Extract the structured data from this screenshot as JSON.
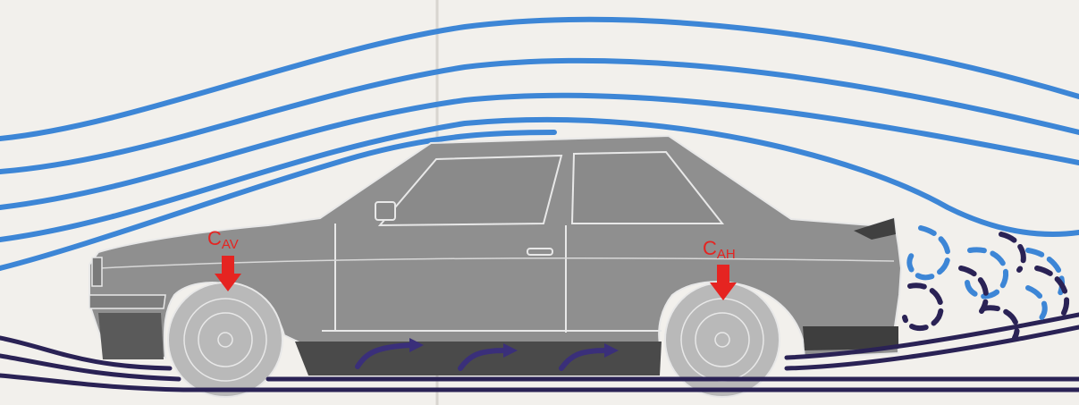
{
  "labels": {
    "front_force": {
      "main": "C",
      "sub": "AV"
    },
    "rear_force": {
      "main": "C",
      "sub": "AH"
    }
  },
  "colors": {
    "background": "#f2f0ec",
    "upper_streamlines": "#3d86d6",
    "under_streamlines": "#2a2255",
    "car_body": "#8f8f8f",
    "car_outline": "#e8e8e8",
    "wheel": "#b9b9b9",
    "force_arrow": "#e52421",
    "flow_arrow": "#3a2f7a"
  },
  "diagram_elements": [
    "upper-airflow-streamlines",
    "underbody-airflow-streamlines",
    "car-side-view",
    "front-lift-force-arrow",
    "rear-lift-force-arrow",
    "underbody-flow-arrows",
    "wake-turbulence-vortices"
  ]
}
